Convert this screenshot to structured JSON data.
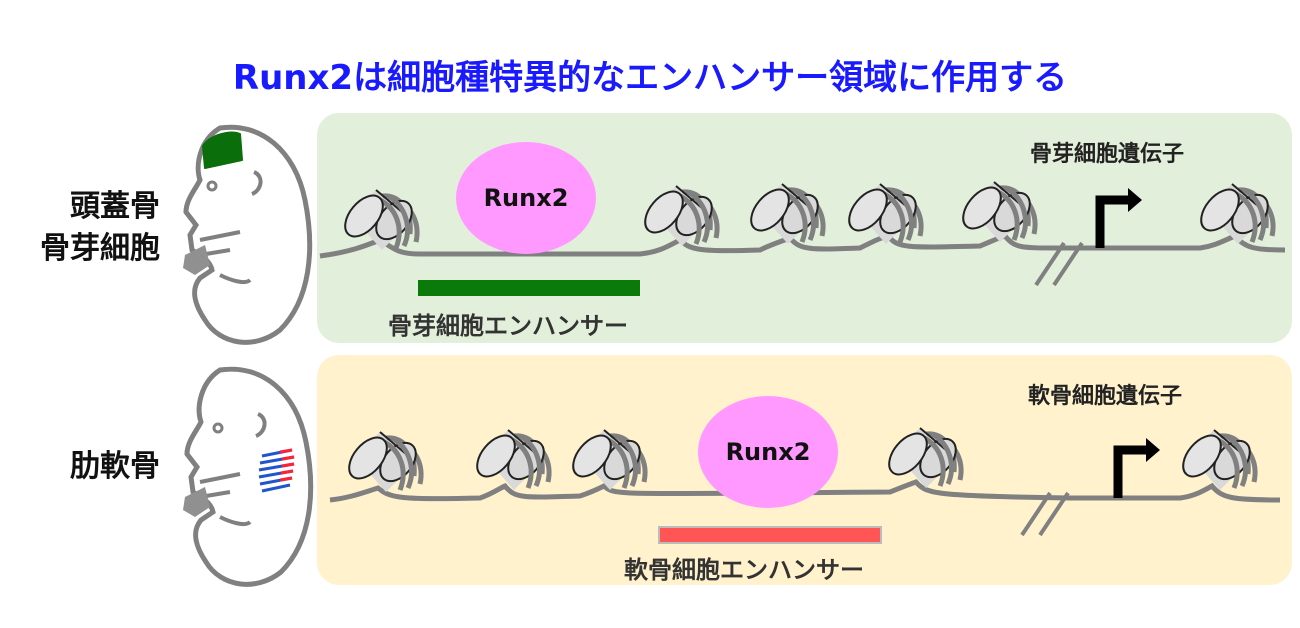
{
  "title": "Runx2は細胞種特異的なエンハンサー領域に作用する",
  "colors": {
    "title": "#1a1aff",
    "osteoblast_panel": "#e2efda",
    "chondrocyte_panel": "#fff2cc",
    "runx2": "#ff99ff",
    "osteoblast_enhancer": "#0a7a0a",
    "chondrocyte_enhancer": "#ff5555",
    "dna": "#808080"
  },
  "rows": [
    {
      "id": "osteoblast",
      "side_label_lines": [
        "頭蓋骨",
        "骨芽細胞"
      ],
      "gene_label": "骨芽細胞遺伝子",
      "enhancer_label": "骨芽細胞エンハンサー",
      "factor_label": "Runx2",
      "highlight": "skull-icon"
    },
    {
      "id": "chondrocyte",
      "side_label_lines": [
        "肋軟骨"
      ],
      "gene_label": "軟骨細胞遺伝子",
      "enhancer_label": "軟骨細胞エンハンサー",
      "factor_label": "Runx2",
      "highlight": "rib-icon"
    }
  ]
}
